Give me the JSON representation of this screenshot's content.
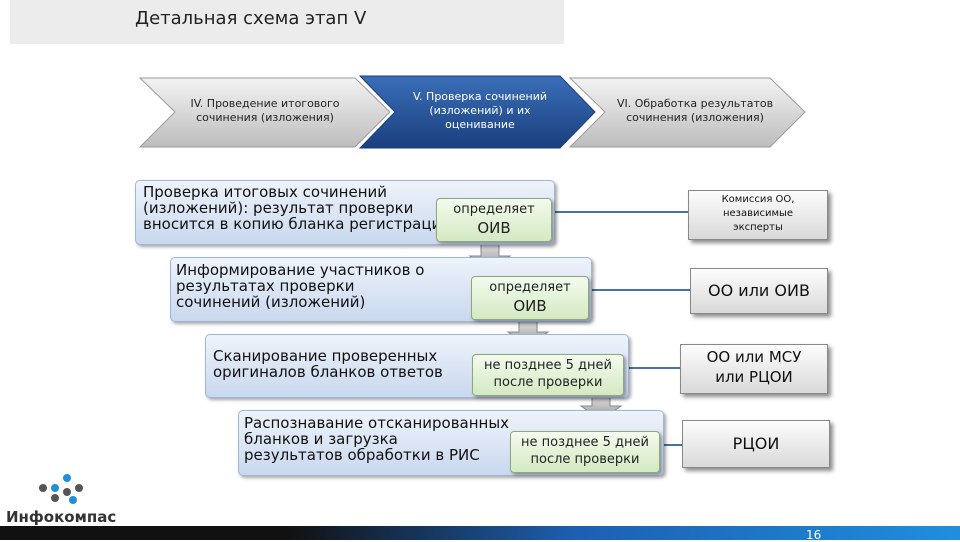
{
  "title": "Детальная схема этап V",
  "chevrons": [
    {
      "line1": "IV. Проведение итогового",
      "line2": "сочинения (изложения)",
      "line3": ""
    },
    {
      "line1": "V. Проверка сочинений",
      "line2": "(изложений) и их",
      "line3": "оценивание"
    },
    {
      "line1": "VI. Обработка результатов",
      "line2": "сочинения (изложения)",
      "line3": ""
    }
  ],
  "steps": [
    {
      "line1": "Проверка итоговых сочинений",
      "line2": "(изложений): результат проверки",
      "line3": "вносится в копию бланка регистрации"
    },
    {
      "line1": "Информирование участников о",
      "line2": "результатах проверки",
      "line3": "сочинений (изложений)"
    },
    {
      "line1": "Сканирование проверенных",
      "line2": "оригиналов бланков ответов",
      "line3": ""
    },
    {
      "line1": "Распознавание отсканированных",
      "line2": "бланков и загрузка",
      "line3": "результатов обработки в РИС"
    }
  ],
  "green_boxes": [
    {
      "line1": "определяет",
      "line2": "ОИВ"
    },
    {
      "line1": "определяет",
      "line2": "ОИВ"
    },
    {
      "line1": "не позднее 5 дней",
      "line2": "после проверки"
    },
    {
      "line1": "не позднее 5 дней",
      "line2": "после проверки"
    }
  ],
  "responsible": [
    {
      "line1": "Комиссия ОО,",
      "line2": "независимые",
      "line3": "эксперты"
    },
    {
      "line1": "ОО или ОИВ",
      "line2": ""
    },
    {
      "line1": "ОО или МСУ",
      "line2": "или РЦОИ"
    },
    {
      "line1": "РЦОИ",
      "line2": ""
    }
  ],
  "logo": {
    "name": "Инфокомпас"
  },
  "page_number": "16",
  "colors": {
    "active_step": "#1f4e94",
    "step_fill": "#c9d8ee",
    "green_fill": "#d4e9c2",
    "connector": "#4a70a8"
  }
}
